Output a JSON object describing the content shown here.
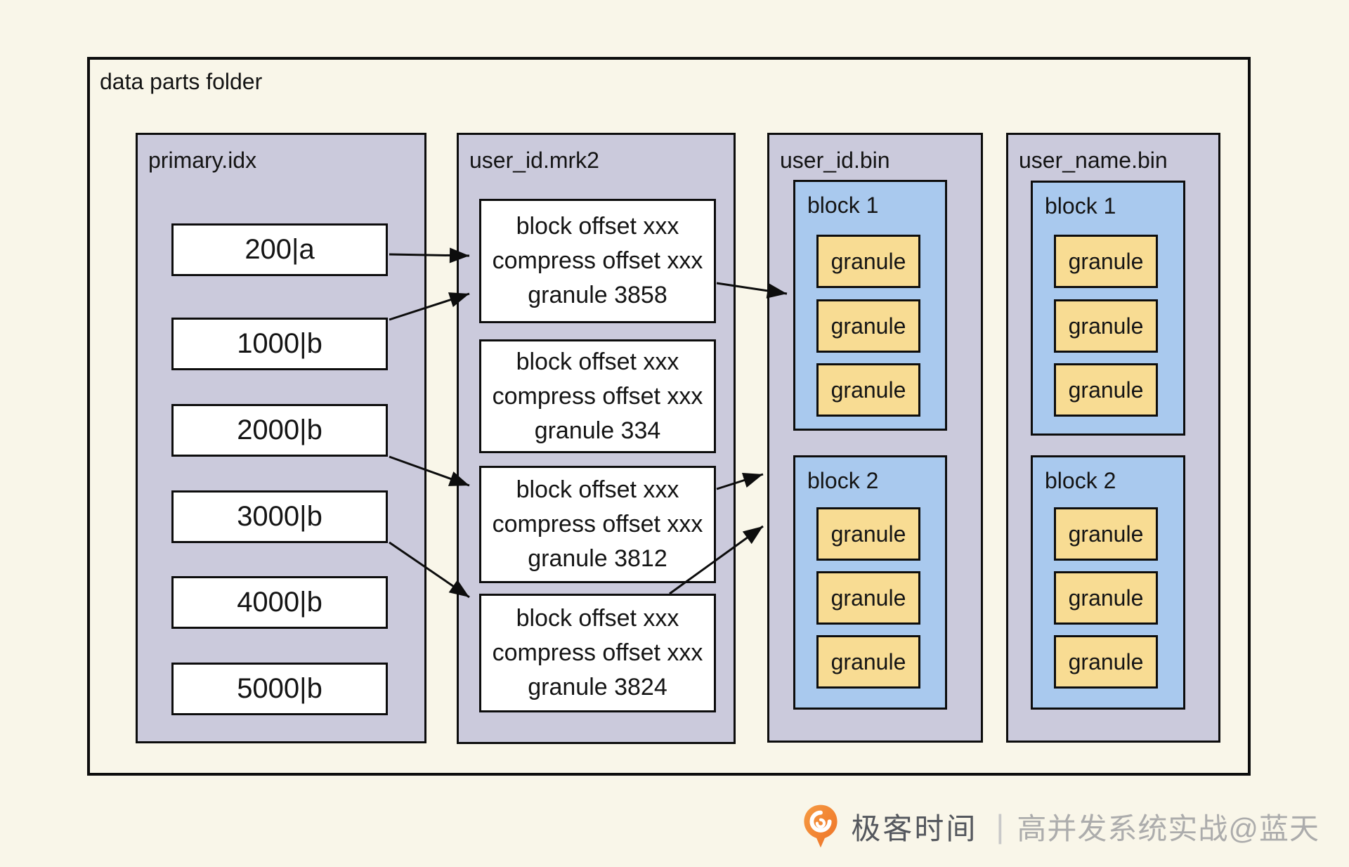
{
  "diagram": {
    "title": "data parts folder",
    "columns": {
      "primary_idx": {
        "header": "primary.idx",
        "keys": [
          "200|a",
          "1000|b",
          "2000|b",
          "3000|b",
          "4000|b",
          "5000|b"
        ]
      },
      "user_id_mrk2": {
        "header": "user_id.mrk2",
        "marks": [
          {
            "lines": [
              "block offset xxx",
              "compress offset xxx",
              "granule 3858"
            ]
          },
          {
            "lines": [
              "block offset xxx",
              "compress offset xxx",
              "granule 334"
            ]
          },
          {
            "lines": [
              "block offset xxx",
              "compress offset xxx",
              "granule 3812"
            ]
          },
          {
            "lines": [
              "block offset xxx",
              "compress offset xxx",
              "granule 3824"
            ]
          }
        ]
      },
      "user_id_bin": {
        "header": "user_id.bin",
        "blocks": [
          {
            "label": "block 1",
            "granules": [
              "granule",
              "granule",
              "granule"
            ]
          },
          {
            "label": "block 2",
            "granules": [
              "granule",
              "granule",
              "granule"
            ]
          }
        ]
      },
      "user_name_bin": {
        "header": "user_name.bin",
        "blocks": [
          {
            "label": "block 1",
            "granules": [
              "granule",
              "granule",
              "granule"
            ]
          },
          {
            "label": "block 2",
            "granules": [
              "granule",
              "granule",
              "granule"
            ]
          }
        ]
      }
    }
  },
  "footer": {
    "brand": "极客时间",
    "divider": "|",
    "credit": "高并发系统实战@蓝天"
  },
  "colors": {
    "background": "#F9F6E9",
    "column_fill": "#CBCADC",
    "block_fill": "#A9C9EE",
    "granule_fill": "#F8DC93",
    "box_fill": "#FFFFFF",
    "border": "#0D0D0D",
    "brand_text": "#54575D",
    "credit_text": "#ACACAC",
    "divider": "#C9C9C9",
    "logo_orange": "#EE7227",
    "logo_orange_light": "#F69B43"
  }
}
